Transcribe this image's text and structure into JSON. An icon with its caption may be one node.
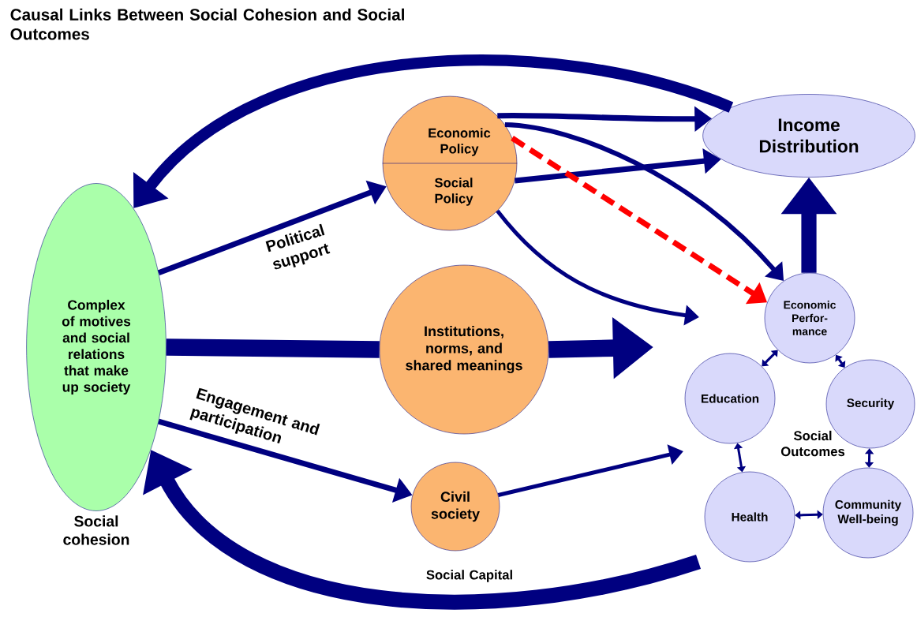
{
  "diagram": {
    "title": "Causal Links Between Social Cohesion and Social Outcomes",
    "nodes": [
      {
        "text": [
          "Complex of motives and social relations that make up society"
        ],
        "beside": [
          "Social cohesion"
        ]
      },
      {
        "text": [
          "Economic Policy",
          "Social Policy"
        ]
      },
      {
        "text": [
          "Institutions, norms, and shared meanings"
        ]
      },
      {
        "text": [
          "Civil society"
        ],
        "beside": [
          "Social Capital"
        ]
      },
      {
        "text": [
          "Income Distribution"
        ]
      },
      {
        "text": [
          "Economic Perfor-mance"
        ]
      },
      {
        "text": [
          "Education"
        ]
      },
      {
        "text": [
          "Security"
        ]
      },
      {
        "text": [
          "Health"
        ]
      },
      {
        "text": [
          "Community Well-being"
        ]
      }
    ],
    "edges": [
      {
        "from": 4,
        "to": 0,
        "arrow": "to",
        "style": "thick"
      },
      {
        "from": 0,
        "to": 1,
        "arrow": "to",
        "label": "Political support"
      },
      {
        "from": 0,
        "to": 2,
        "arrow": "none",
        "style": "thick"
      },
      {
        "from": 2,
        "to": null,
        "arrow": "to",
        "style": "thick"
      },
      {
        "from": 0,
        "to": 3,
        "arrow": "to",
        "label": "Engagement and participation"
      },
      {
        "from": 3,
        "to": null,
        "arrow": "to"
      },
      {
        "from": 1,
        "to": 4,
        "arrow": "to"
      },
      {
        "from": 1,
        "to": 4,
        "arrow": "to"
      },
      {
        "from": 1,
        "to": 5,
        "arrow": "to"
      },
      {
        "from": 1,
        "to": 5,
        "arrow": "to",
        "style": "dashed",
        "color": "#ff0000"
      },
      {
        "from": 1,
        "to": null,
        "arrow": "to"
      },
      {
        "from": 5,
        "to": 4,
        "arrow": "to",
        "style": "thick"
      },
      {
        "from": null,
        "to": 0,
        "arrow": "to",
        "style": "thick"
      },
      {
        "from": 5,
        "to": 6,
        "arrow": "both"
      },
      {
        "from": 5,
        "to": 7,
        "arrow": "both"
      },
      {
        "from": 6,
        "to": 8,
        "arrow": "both"
      },
      {
        "from": 7,
        "to": 9,
        "arrow": "both"
      },
      {
        "from": 8,
        "to": 9,
        "arrow": "both"
      }
    ],
    "labels": [
      "Social Outcomes"
    ]
  }
}
